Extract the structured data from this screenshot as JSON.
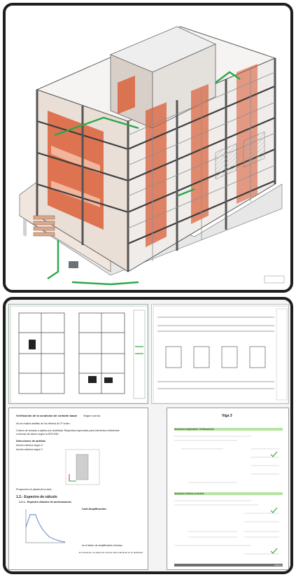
{
  "colors": {
    "frame": "#1e1e1e",
    "structure_orange": "#d9542b",
    "structure_gray": "#8a8f92",
    "pipes_green": "#2aa84a",
    "highlight_green": "#b7e3a2"
  },
  "calc_doc": {
    "heading_1": "Verificación de la condición de cortante basal",
    "heading_1_tail": "Según norma",
    "line_1": "No se realiza análisis de los efectos de 2º orden",
    "line_2": "Criterio de armado a aplicar por ductilidad: Requisitos especiales para elementos resistentes",
    "line_3": "a fuerzas de sismo según la NTE-E60",
    "dir_title": "Direcciones de análisis",
    "dir_x": "Acción sísmica según X",
    "dir_y": "Acción sísmica según Y",
    "plan_caption": "Proyección en planta de la obra",
    "section_title": "1.2.- Espectro de cálculo",
    "subsection": "1.2.1.- Espectro elástico de aceleraciones",
    "coef_title": "Coef.Amplificación:",
    "coef_note": "es el factor de amplificación sísmica",
    "footer_note": "En ocasiones, se eligen las normas más restrictivas en su aplicación"
  },
  "beam_doc": {
    "title": "Viga 3",
    "green_1": "Armadura longitudinal / Verificaciones",
    "green_2": "Armadura mínima y máxima",
    "footer_bar": "Página 1"
  }
}
